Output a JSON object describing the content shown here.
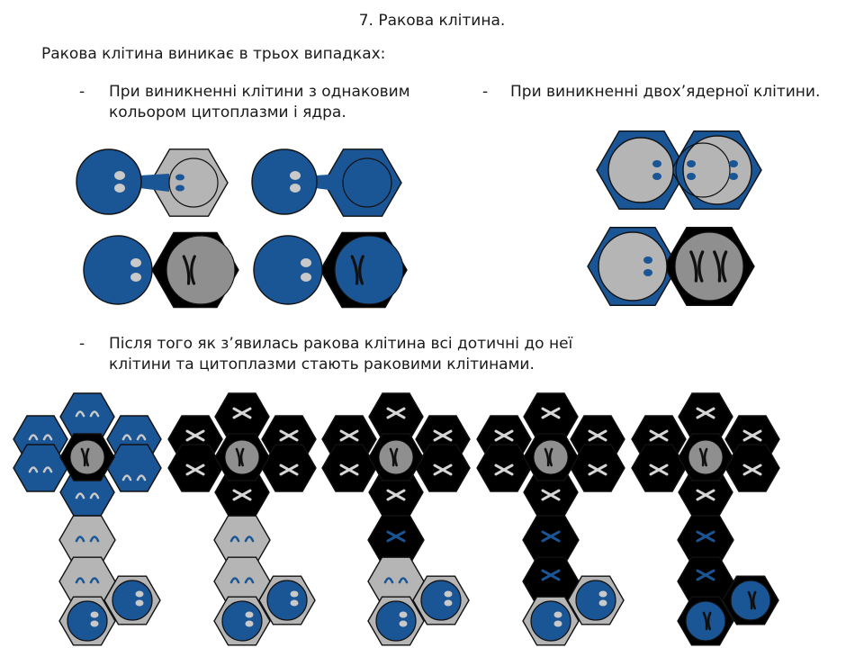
{
  "title": "7. Ракова клітина.",
  "intro": "Ракова клітина виникає в трьох випадках:",
  "cases": [
    {
      "marker": "-",
      "lines": [
        "При виникненні клітини з однаковим",
        "кольором цитоплазми і ядра."
      ]
    },
    {
      "marker": "-",
      "lines": [
        "При виникненні двох’ядерної клітини."
      ]
    },
    {
      "marker": "-",
      "lines": [
        "Після того як з’явилась ракова клітина всі дотичні до неї",
        "клітини та цитоплазми стають раковими клітинами."
      ]
    }
  ],
  "colors": {
    "blue": "#1a5595",
    "grey": "#b5b5b5",
    "grey_dark": "#8f8f8f",
    "black": "#000000",
    "light_spot": "#c9c9c9"
  },
  "icons": [
    "cell-icon",
    "nucleus-icon",
    "chromosome-icon",
    "hexagon-icon"
  ]
}
